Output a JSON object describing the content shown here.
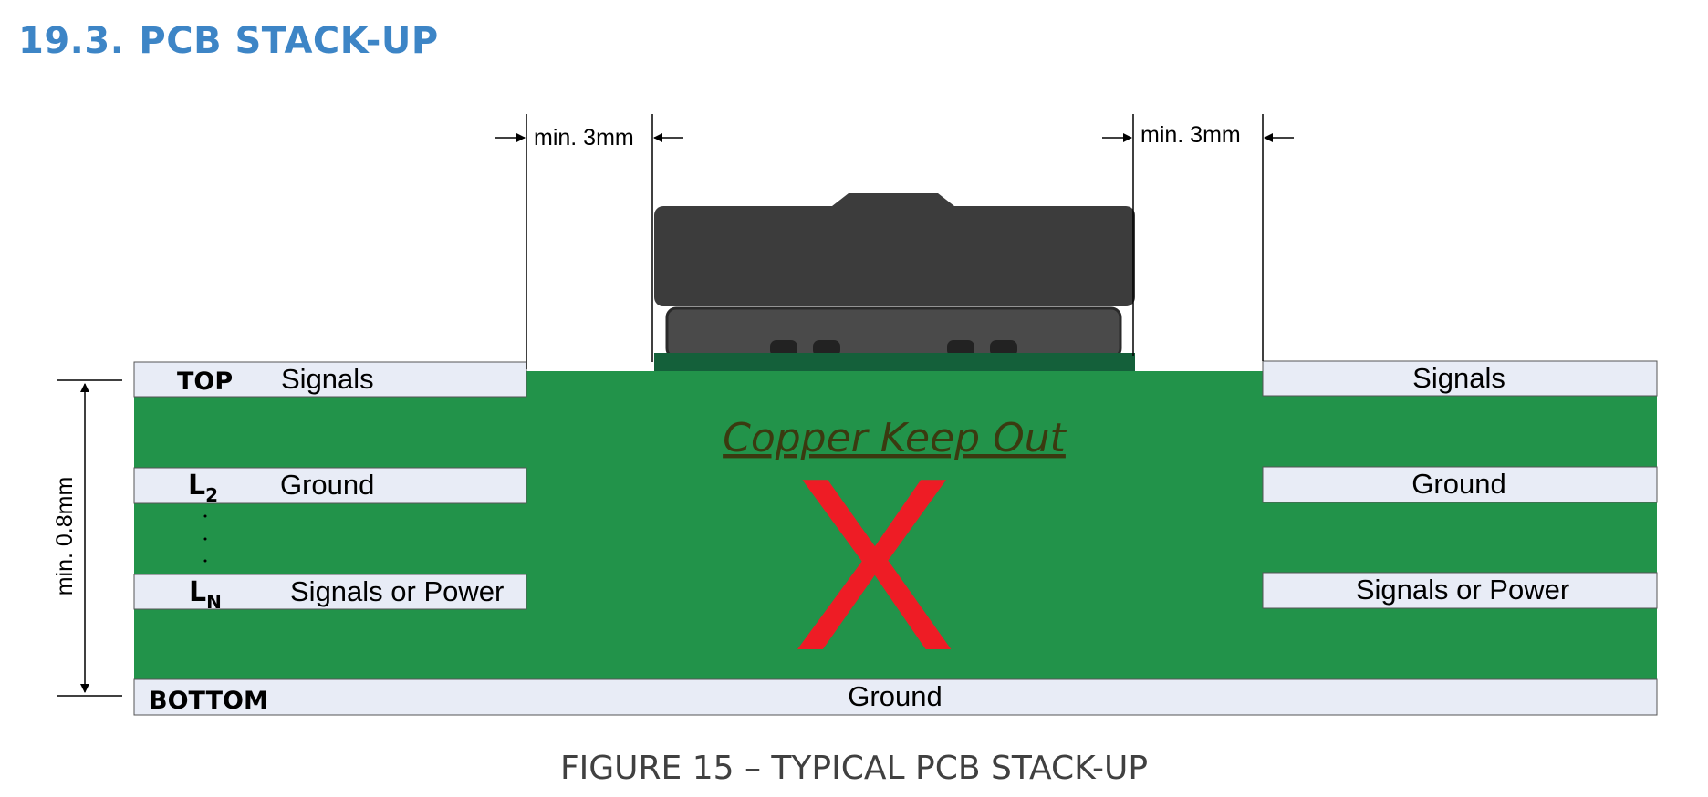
{
  "heading": {
    "number": "19.3.",
    "title": "PCB STACK-UP"
  },
  "dimensions": {
    "clearance_left": "min. 3mm",
    "clearance_right": "min. 3mm",
    "thickness": "min. 0.8mm"
  },
  "layers": {
    "top": {
      "name": "TOP",
      "left_label": "Signals",
      "right_label": "Signals"
    },
    "l2": {
      "name": "L",
      "sub": "2",
      "left_label": "Ground",
      "right_label": "Ground"
    },
    "ln": {
      "name": "L",
      "sub": "N",
      "left_label": "Signals or Power",
      "right_label": "Signals or Power"
    },
    "bottom": {
      "name": "BOTTOM",
      "label": "Ground"
    }
  },
  "keepout": {
    "label": "Copper Keep Out",
    "mark": "X"
  },
  "caption": "FIGURE 15 – TYPICAL PCB STACK-UP",
  "colors": {
    "pcb_green": "#22934a",
    "layer_fill": "#e8ecf6",
    "heading_blue": "#3d85c6",
    "keepout_x": "#ee1c25",
    "keepout_text": "#3a3a10",
    "module_dark": "#3c3c3c"
  }
}
